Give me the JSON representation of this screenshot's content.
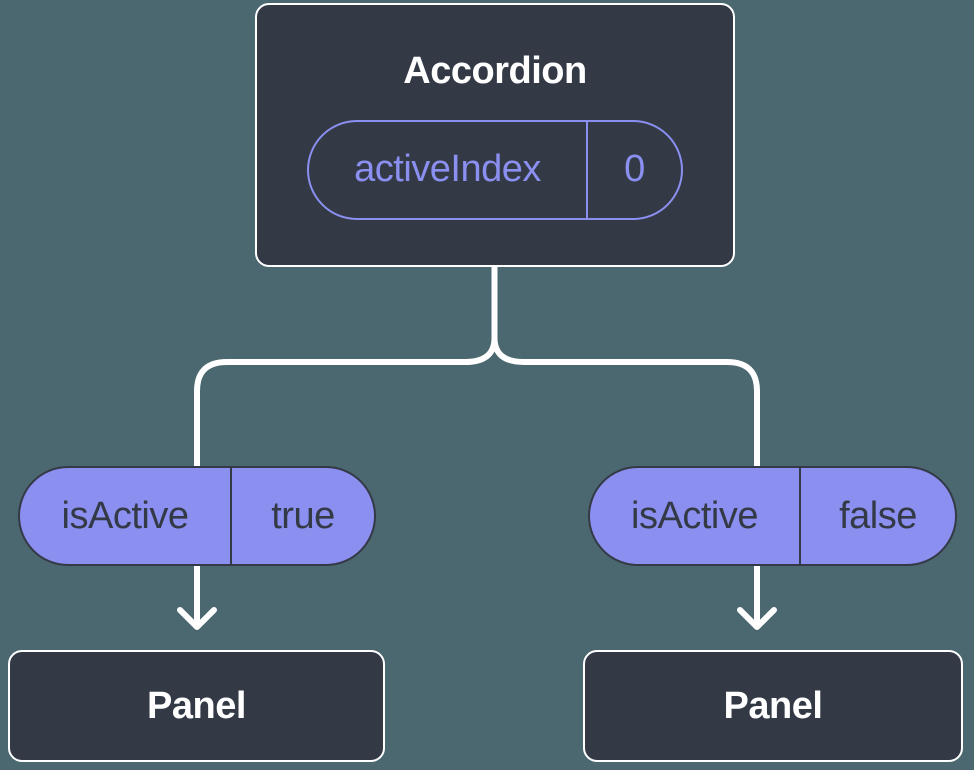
{
  "tree": {
    "root": {
      "title": "Accordion",
      "state": {
        "name": "activeIndex",
        "value": "0"
      }
    },
    "children": [
      {
        "prop": {
          "name": "isActive",
          "value": "true"
        },
        "title": "Panel"
      },
      {
        "prop": {
          "name": "isActive",
          "value": "false"
        },
        "title": "Panel"
      }
    ]
  },
  "colors": {
    "background": "#4B6770",
    "node_fill": "#333A46",
    "node_border": "#FFFFFF",
    "accent_purple": "#8A8FF0",
    "pill_text_dark": "#333A46",
    "connector_white": "#FFFFFF"
  }
}
